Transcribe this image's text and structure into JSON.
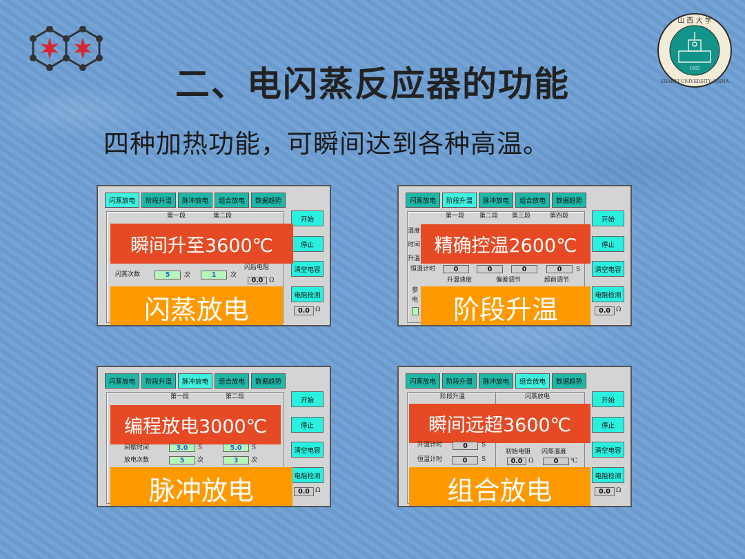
{
  "slide": {
    "title": "二、电闪蒸反应器的功能",
    "subtitle": "四种加热功能，可瞬间达到各种高温。"
  },
  "logos": {
    "left": "hexagon-star-logo",
    "right": {
      "text_top": "山西大学",
      "text_bottom": "SHANXI UNIVERSITY CHINA",
      "year": "1902"
    }
  },
  "colors": {
    "red_banner": "#e64a24",
    "orange_banner": "#ff9900",
    "tab": "#1fb8a8",
    "tab_active": "#3ff2e0",
    "button": "#2af0e0"
  },
  "app": {
    "tabs": [
      "闪蒸放电",
      "阶段升温",
      "脉冲放电",
      "组合放电",
      "数据趋势"
    ],
    "buttons": [
      "开始",
      "停止",
      "清空电容",
      "电阻检测"
    ],
    "resistance_value": "0.0",
    "resistance_unit": "Ω"
  },
  "panels": [
    {
      "active_tab": 0,
      "banner_red": "瞬间升至3600℃",
      "banner_orange": "闪蒸放电",
      "texts": [
        "第一段",
        "第二段",
        "闪蒸次数",
        "次",
        "次",
        "闪后电阻",
        "Ω"
      ],
      "boxes": [
        "5",
        "1",
        "0.0"
      ]
    },
    {
      "active_tab": 1,
      "banner_red": "精确控温2600℃",
      "banner_orange": "阶段升温",
      "texts": [
        "第一段",
        "第二段",
        "第三段",
        "第四段",
        "温度",
        "时间",
        "升温",
        "恒温计时",
        "S",
        "升温速度",
        "偏差调节",
        "超前调节",
        "参",
        "电"
      ],
      "boxes": [
        "0",
        "0",
        "0",
        "0",
        ""
      ]
    },
    {
      "active_tab": 2,
      "banner_red": "编程放电3000℃",
      "banner_orange": "脉冲放电",
      "texts": [
        "第一段",
        "第二段",
        "间歇时间",
        "S",
        "S",
        "放电次数",
        "次",
        "次"
      ],
      "boxes": [
        "3.0",
        "5.0",
        "5",
        "3"
      ]
    },
    {
      "active_tab": 3,
      "banner_red": "瞬间远超3600℃",
      "banner_orange": "组合放电",
      "texts": [
        "阶段升温",
        "闪蒸放电",
        "升温计时",
        "S",
        "恒温计时",
        "S",
        "初始电阻",
        "闪蒸温度",
        "Ω",
        "℃"
      ],
      "boxes": [
        "0",
        "0",
        "0.0",
        "0"
      ]
    }
  ]
}
